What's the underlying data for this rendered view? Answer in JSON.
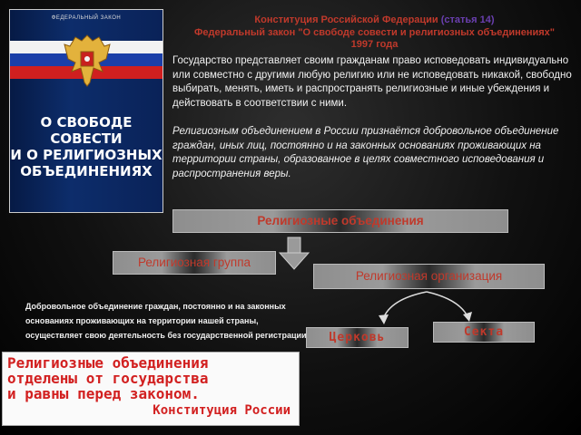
{
  "book": {
    "top_label": "ФЕДЕРАЛЬНЫЙ ЗАКОН",
    "title_line1": "О СВОБОДЕ СОВЕСТИ",
    "title_line2": "И О РЕЛИГИОЗНЫХ",
    "title_line3": "ОБЪЕДИНЕНИЯХ"
  },
  "header": {
    "constitution": "Конституция Российской Федерации",
    "article": "(статья 14)",
    "law_line1": "Федеральный закон \"О свободе совести и религиозных объединениях\"",
    "law_line2": "1997 года"
  },
  "text": {
    "para1": "Государство представляет своим гражданам право исповедовать индивидуально или совместно  с другими любую религию или не исповедовать никакой, свободно выбирать, менять, иметь  и распространять религиозные и иные убеждения и действовать в соответствии с ними.",
    "para2": "Религиозным объединением в России признаётся добровольное объединение граждан, иных лиц, постоянно и на законных основаниях проживающих на территории страны, образованное в целях совместного исповедования и распространения веры."
  },
  "diagram": {
    "main": "Религиозные объединения",
    "group": "Религиозная группа",
    "organization": "Религиозная организация",
    "church": "Церковь",
    "sect": "Секта",
    "definition": "Добровольное объединение граждан, постоянно и на законных основаниях проживающих на территории нашей страны, осуществляет свою деятельность без государственной регистрации"
  },
  "bottom": {
    "line1": "Религиозные объединения",
    "line2": "отделены от государства",
    "line3": "и равны перед законом.",
    "source": "Конституция России"
  },
  "colors": {
    "accent_red": "#c0392b",
    "accent_purple": "#6a3fb0",
    "flag_white": "#f2f2f2",
    "flag_blue": "#1b3fa8",
    "flag_red": "#d01f1f"
  },
  "icons": [
    "russian-emblem-icon",
    "down-arrow-icon",
    "curved-arrow-icon"
  ]
}
